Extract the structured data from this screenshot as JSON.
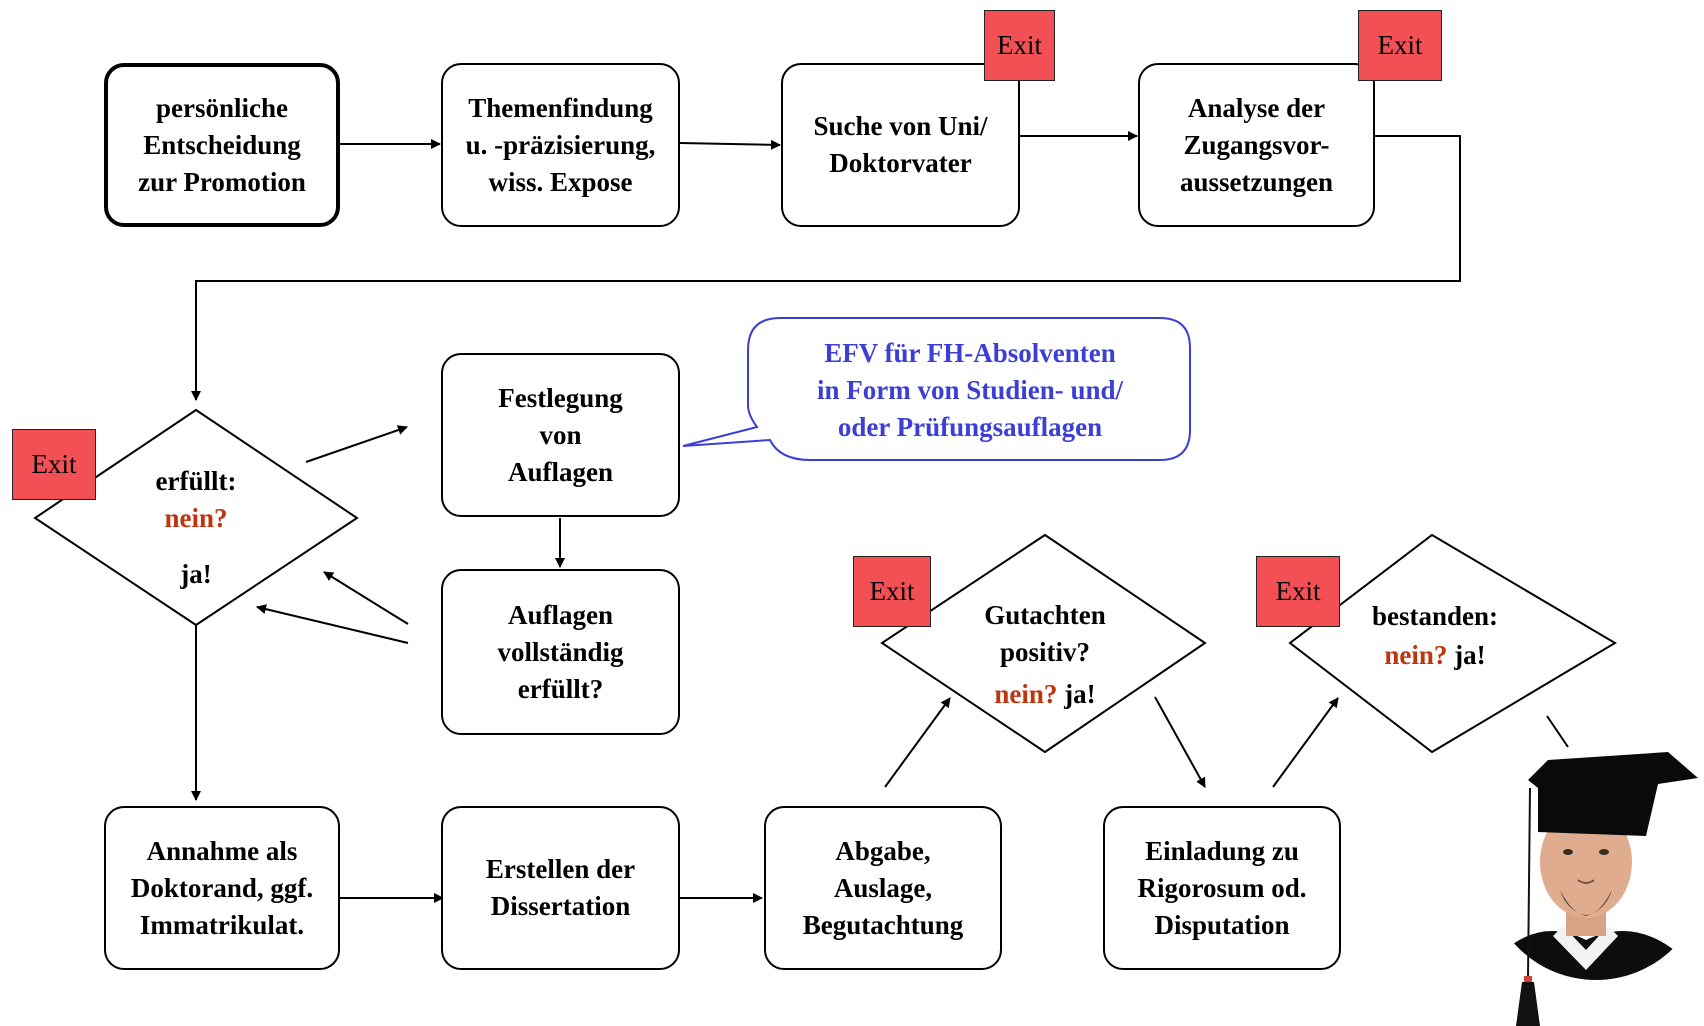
{
  "exit_label": "Exit",
  "row1": {
    "entscheidung": [
      "persönliche",
      "Entscheidung",
      "zur Promotion"
    ],
    "themenfindung": [
      "Themenfindung",
      "u. -präzisierung,",
      "wiss. Expose"
    ],
    "suche": [
      "Suche von Uni/",
      "Doktorvater"
    ],
    "analyse": [
      "Analyse der",
      "Zugangsvor-",
      "aussetzungen"
    ]
  },
  "row2": {
    "check_label": "erfüllt:",
    "check_no": "nein?",
    "check_yes": "ja!",
    "festlegung": [
      "Festlegung",
      "von",
      "Auflagen"
    ],
    "auflagen_check": [
      "Auflagen",
      "vollständig",
      "erfüllt?"
    ],
    "callout": [
      "EFV für FH-Absolventen",
      "in Form von Studien- und/",
      "oder Prüfungsauflagen"
    ]
  },
  "row3": {
    "annahme": [
      "Annahme als",
      "Doktorand, ggf.",
      "Immatrikulat."
    ],
    "erstellen": [
      "Erstellen der",
      "Dissertation"
    ],
    "abgabe": [
      "Abgabe,",
      "Auslage,",
      "Begutachtung"
    ],
    "einladung": [
      "Einladung zu",
      "Rigorosum od.",
      "Disputation"
    ],
    "gutachten_label": [
      "Gutachten",
      "positiv?"
    ],
    "gutachten_no": "nein?",
    "gutachten_yes": "ja!",
    "bestanden_label": "bestanden:",
    "bestanden_no": "nein?",
    "bestanden_yes": "ja!"
  },
  "colors": {
    "exit_fill": "#f25055",
    "no_text": "#c0340e",
    "callout_text": "#3b3fd6",
    "callout_border": "#3b3fd6"
  }
}
